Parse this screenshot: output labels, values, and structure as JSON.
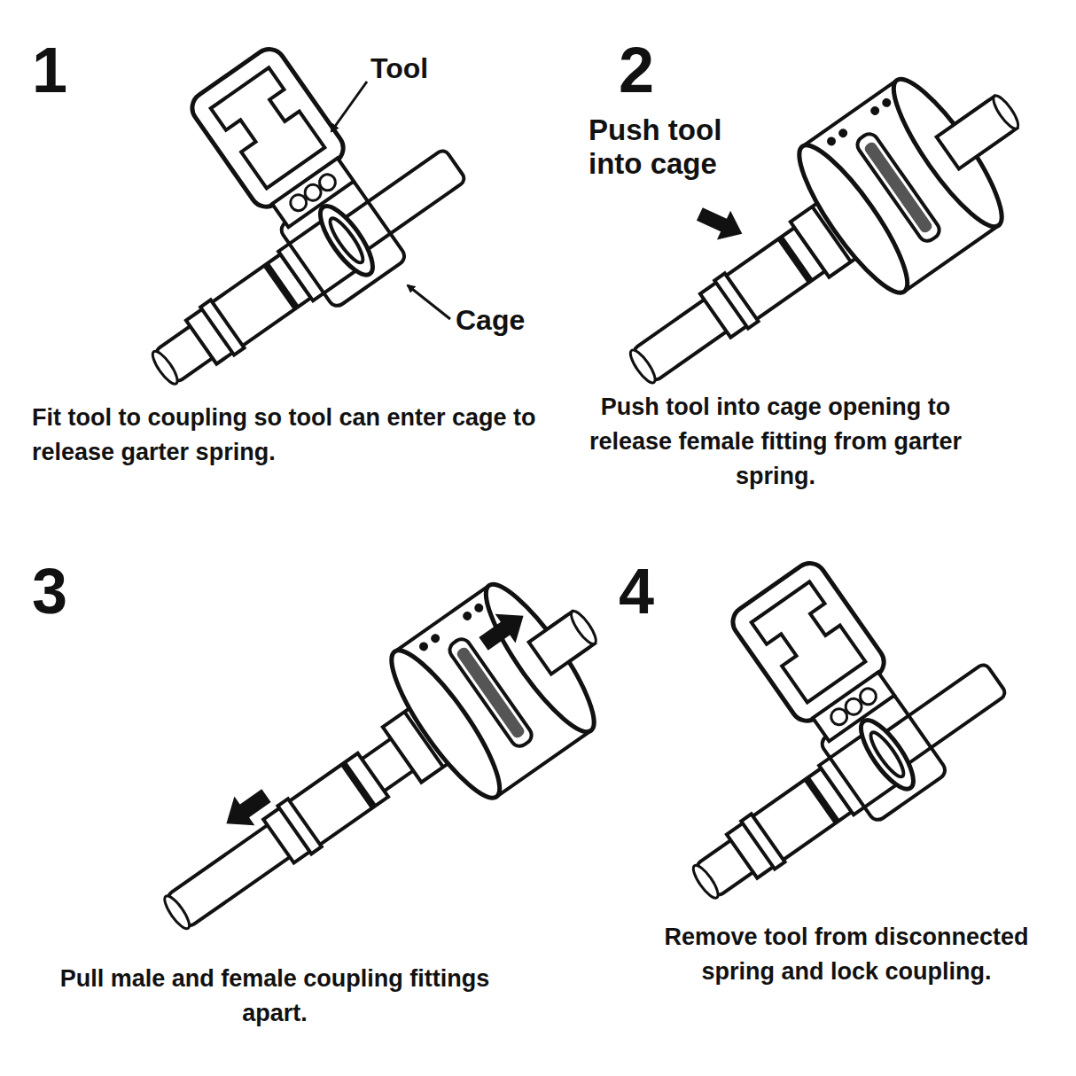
{
  "diagram": {
    "labels": [
      "1",
      "Tool",
      "Cage",
      "Fit tool to coupling so tool can enter cage to release garter spring.",
      "2",
      "Push tool into cage",
      "Push tool into cage opening to release female fitting from garter spring.",
      "3",
      "4",
      "Pull male and female coupling fittings apart.",
      "Remove tool from disconnected spring and lock coupling."
    ]
  }
}
